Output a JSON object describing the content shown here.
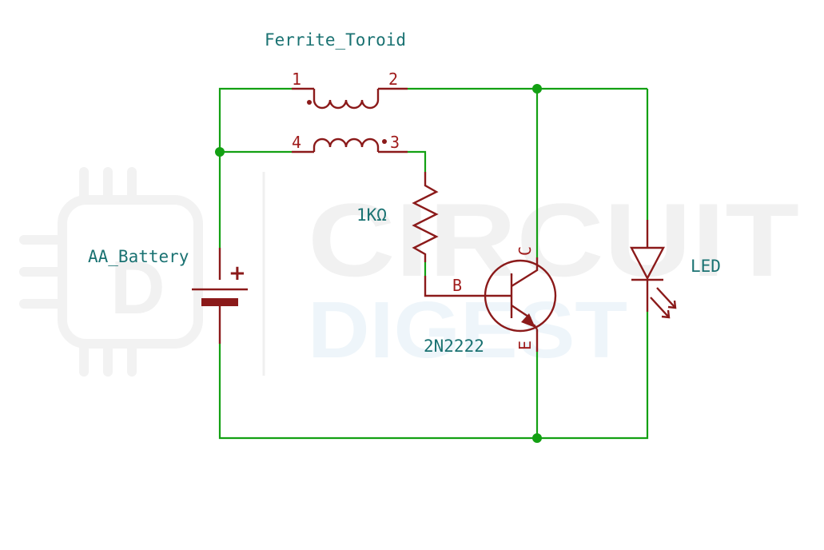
{
  "watermark": {
    "line1": "CIRCUIT",
    "line2": "DIGEST",
    "logo_letter": "D"
  },
  "labels": {
    "toroid": "Ferrite_Toroid",
    "battery": "AA_Battery",
    "battery_polarity": "+",
    "resistor": "1KΩ",
    "transistor": "2N2222",
    "led": "LED"
  },
  "pins": {
    "toroid_1": "1",
    "toroid_2": "2",
    "toroid_3": "3",
    "toroid_4": "4",
    "base": "B",
    "collector": "C",
    "emitter": "E"
  },
  "colors": {
    "wire": "#13a013",
    "component": "#8b1a1a",
    "label": "#1a7272"
  }
}
